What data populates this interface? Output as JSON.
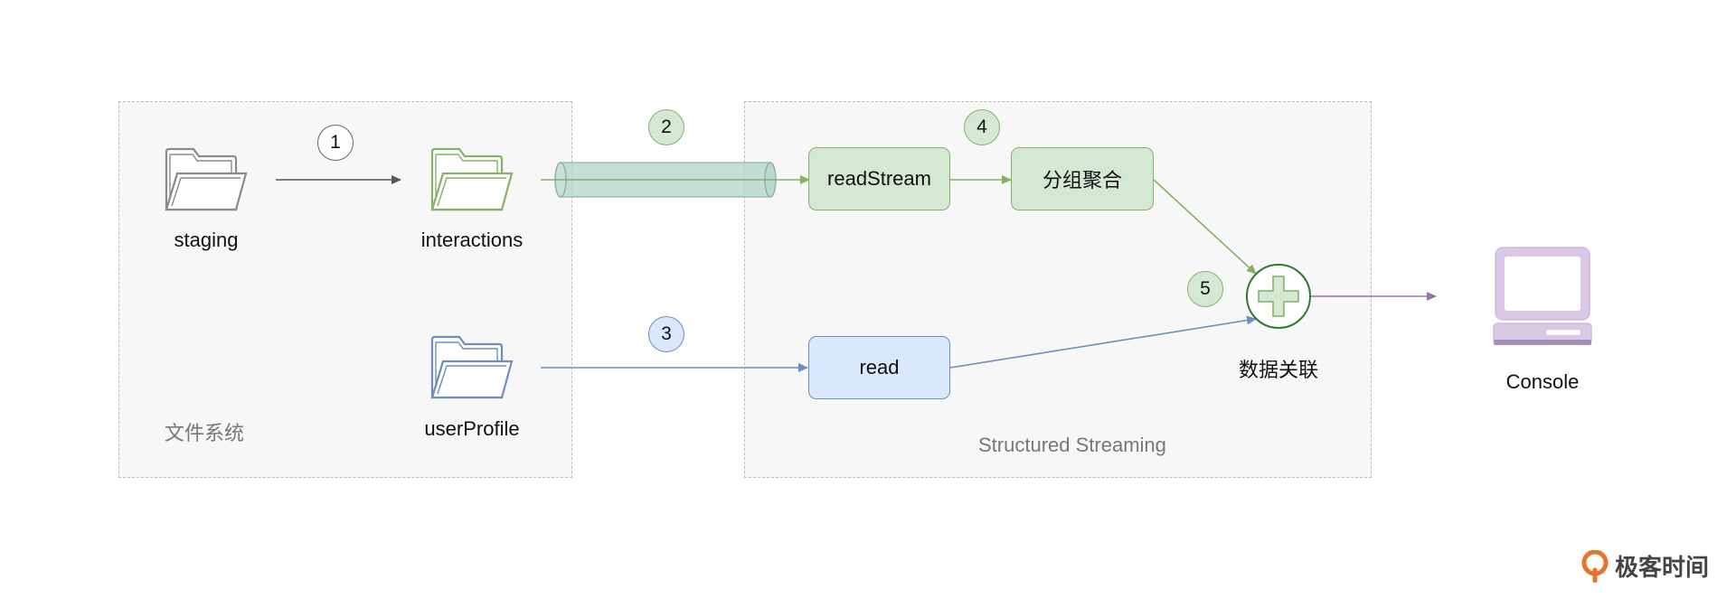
{
  "regions": {
    "filesystem": {
      "label": "文件系统"
    },
    "structured_streaming": {
      "label": "Structured Streaming"
    }
  },
  "folders": {
    "staging": {
      "label": "staging",
      "icon": "folder-icon",
      "color": "#8a8a8a"
    },
    "interactions": {
      "label": "interactions",
      "icon": "folder-icon",
      "color": "#82b366"
    },
    "userProfile": {
      "label": "userProfile",
      "icon": "folder-icon",
      "color": "#6c8ebf"
    }
  },
  "nodes": {
    "readStream": {
      "label": "readStream"
    },
    "groupAgg": {
      "label": "分组聚合"
    },
    "read": {
      "label": "read"
    },
    "join": {
      "label": "数据关联",
      "icon": "plus-icon"
    },
    "console": {
      "label": "Console",
      "icon": "computer-icon",
      "color": "#d9c9e6"
    }
  },
  "badges": {
    "b1": "1",
    "b2": "2",
    "b3": "3",
    "b4": "4",
    "b5": "5"
  },
  "colors": {
    "green": "#82b366",
    "green_fill": "#d5e8d4",
    "blue": "#6c8ebf",
    "blue_fill": "#dae8fc",
    "purple": "#9673a6",
    "gray": "#555555"
  },
  "brand": {
    "text": "极客时间",
    "icon": "geektime-logo-icon",
    "color": "#e8742a"
  }
}
